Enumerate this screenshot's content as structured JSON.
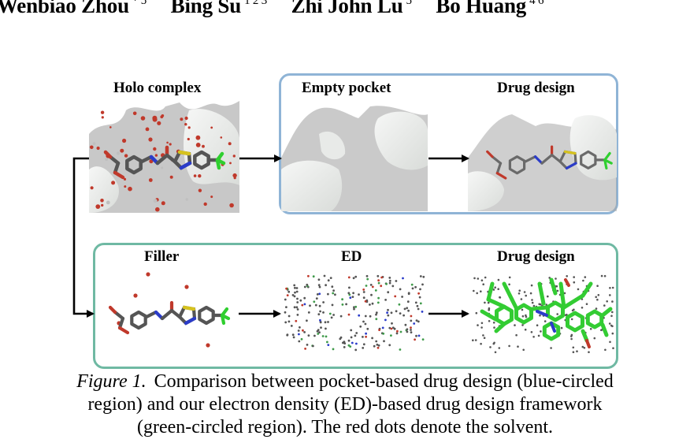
{
  "authors": [
    {
      "name": "Wenbiao Zhou",
      "affil": "* 5"
    },
    {
      "name": "Bing Su",
      "affil": "1 2 3"
    },
    {
      "name": "Zhi John Lu",
      "affil": "5"
    },
    {
      "name": "Bo Huang",
      "affil": "4 6"
    }
  ],
  "figure": {
    "panels": {
      "holo": "Holo complex",
      "empty": "Empty pocket",
      "drug1": "Drug design",
      "filler": "Filler",
      "ed": "ED",
      "drug2": "Drug design"
    },
    "colors": {
      "pocket_box": "#8fb4d6",
      "ed_box": "#6fb9a3",
      "solvent": "#c0392b",
      "ligand_carbon": "#555555",
      "drug_carbon": "#33cc33",
      "sulfur": "#d6c21e",
      "nitrogen": "#2b3cc9",
      "fluorine": "#2fcf2f"
    }
  },
  "caption": {
    "label": "Figure 1.",
    "text": "Comparison between pocket-based drug design (blue-circled region) and our electron density (ED)-based drug design framework (green-circled region). The red dots denote the solvent."
  }
}
